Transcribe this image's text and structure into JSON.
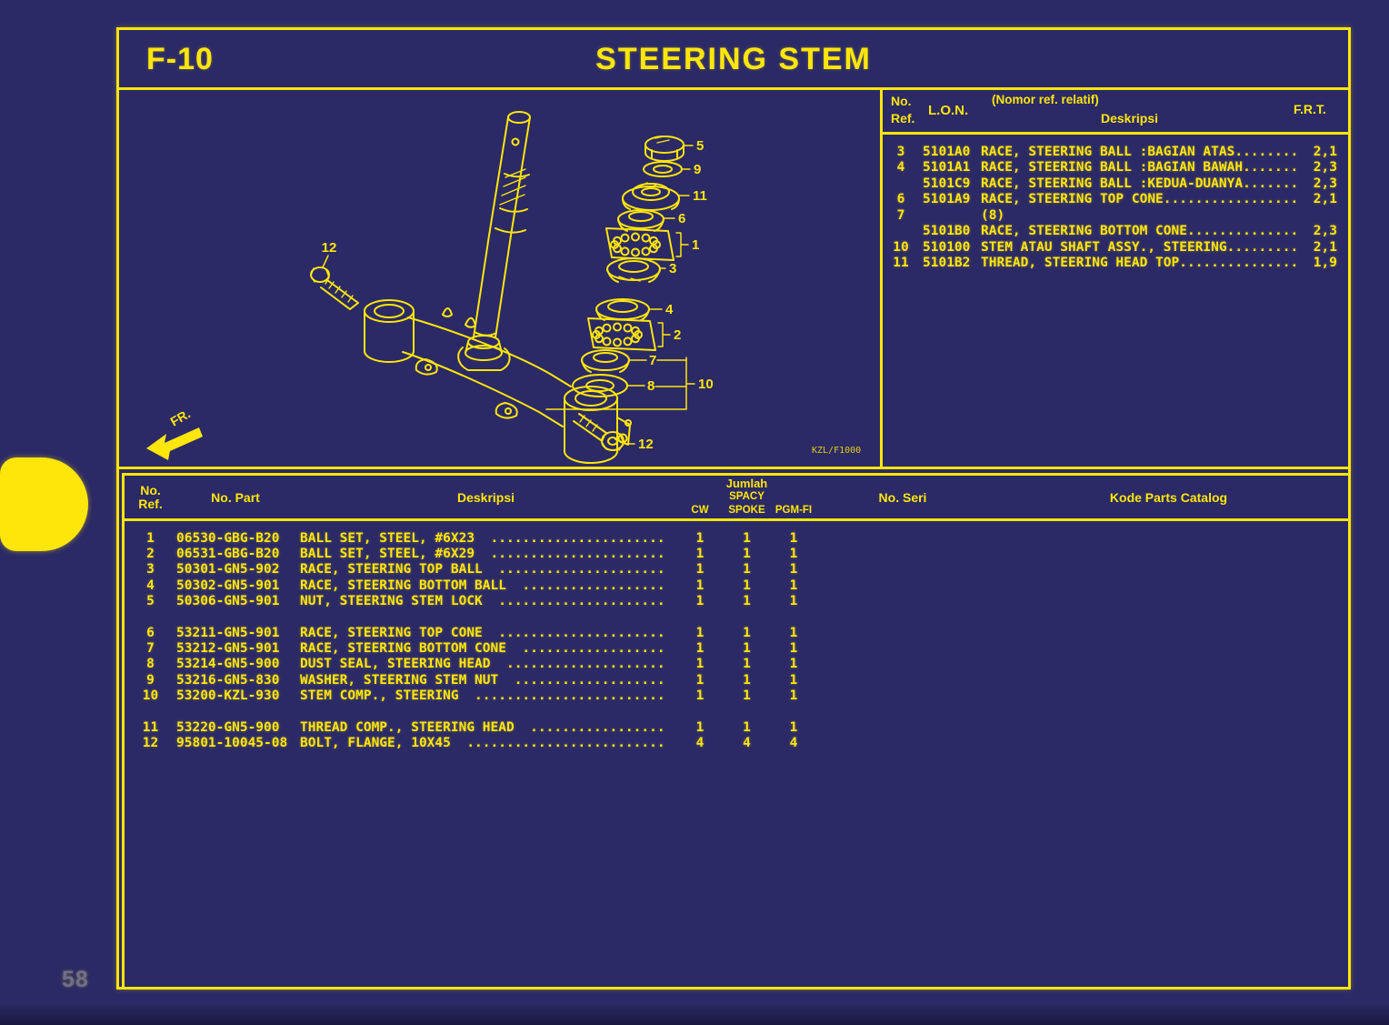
{
  "page": {
    "code": "F-10",
    "title": "STEERING STEM",
    "page_number": "58",
    "diagram_code": "KZL/F1000"
  },
  "colors": {
    "background": "#2b2a66",
    "accent": "#ffe60a",
    "page_number": "#6f6f8e"
  },
  "ref_table": {
    "headers": {
      "no": "No.",
      "ref": "Ref.",
      "lon": "L.O.N.",
      "relatif": "(Nomor ref. relatif)",
      "deskripsi": "Deskripsi",
      "frt": "F.R.T."
    },
    "rows": [
      {
        "ref": "3",
        "lon": "5101A0",
        "desc": "RACE, STEERING BALL :BAGIAN ATAS........",
        "frt": "2,1"
      },
      {
        "ref": "4",
        "lon": "5101A1",
        "desc": "RACE, STEERING BALL :BAGIAN BAWAH.......",
        "frt": "2,3"
      },
      {
        "ref": "",
        "lon": "5101C9",
        "desc": "RACE, STEERING BALL :KEDUA-DUANYA.......",
        "frt": "2,3"
      },
      {
        "ref": "6",
        "lon": "5101A9",
        "desc": "RACE, STEERING TOP CONE.................",
        "frt": "2,1"
      },
      {
        "ref": "7",
        "lon": "",
        "desc": "(8)",
        "frt": ""
      },
      {
        "ref": "",
        "lon": "5101B0",
        "desc": "RACE, STEERING BOTTOM CONE..............",
        "frt": "2,3"
      },
      {
        "ref": "10",
        "lon": "510100",
        "desc": "STEM ATAU SHAFT ASSY., STEERING.........",
        "frt": "2,1"
      },
      {
        "ref": "11",
        "lon": "5101B2",
        "desc": "THREAD, STEERING HEAD TOP...............",
        "frt": "1,9"
      }
    ]
  },
  "parts_table": {
    "headers": {
      "no": "No.",
      "ref": "Ref.",
      "part": "No. Part",
      "deskripsi": "Deskripsi",
      "jumlah": "Jumlah",
      "spacy": "SPACY",
      "cw": "CW",
      "spoke": "SPOKE",
      "pgmfi": "PGM-FI",
      "seri": "No. Seri",
      "kode": "Kode Parts Catalog"
    },
    "groups": [
      [
        {
          "ref": "1",
          "part": "06530-GBG-B20",
          "desc": "BALL SET, STEEL, #6X23  ......................",
          "cw": "1",
          "spoke": "1",
          "pgmfi": "1"
        },
        {
          "ref": "2",
          "part": "06531-GBG-B20",
          "desc": "BALL SET, STEEL, #6X29  ......................",
          "cw": "1",
          "spoke": "1",
          "pgmfi": "1"
        },
        {
          "ref": "3",
          "part": "50301-GN5-902",
          "desc": "RACE, STEERING TOP BALL  .....................",
          "cw": "1",
          "spoke": "1",
          "pgmfi": "1"
        },
        {
          "ref": "4",
          "part": "50302-GN5-901",
          "desc": "RACE, STEERING BOTTOM BALL  ..................",
          "cw": "1",
          "spoke": "1",
          "pgmfi": "1"
        },
        {
          "ref": "5",
          "part": "50306-GN5-901",
          "desc": "NUT, STEERING STEM LOCK  .....................",
          "cw": "1",
          "spoke": "1",
          "pgmfi": "1"
        }
      ],
      [
        {
          "ref": "6",
          "part": "53211-GN5-901",
          "desc": "RACE, STEERING TOP CONE  .....................",
          "cw": "1",
          "spoke": "1",
          "pgmfi": "1"
        },
        {
          "ref": "7",
          "part": "53212-GN5-901",
          "desc": "RACE, STEERING BOTTOM CONE  ..................",
          "cw": "1",
          "spoke": "1",
          "pgmfi": "1"
        },
        {
          "ref": "8",
          "part": "53214-GN5-900",
          "desc": "DUST SEAL, STEERING HEAD  ....................",
          "cw": "1",
          "spoke": "1",
          "pgmfi": "1"
        },
        {
          "ref": "9",
          "part": "53216-GN5-830",
          "desc": "WASHER, STEERING STEM NUT  ...................",
          "cw": "1",
          "spoke": "1",
          "pgmfi": "1"
        },
        {
          "ref": "10",
          "part": "53200-KZL-930",
          "desc": "STEM COMP., STEERING  ........................",
          "cw": "1",
          "spoke": "1",
          "pgmfi": "1"
        }
      ],
      [
        {
          "ref": "11",
          "part": "53220-GN5-900",
          "desc": "THREAD COMP., STEERING HEAD  .................",
          "cw": "1",
          "spoke": "1",
          "pgmfi": "1"
        },
        {
          "ref": "12",
          "part": "95801-10045-08",
          "desc": "BOLT, FLANGE, 10X45  .........................",
          "cw": "4",
          "spoke": "4",
          "pgmfi": "4"
        }
      ]
    ]
  },
  "diagram": {
    "fr_label": "FR.",
    "labels": {
      "l1": "1",
      "l2": "2",
      "l3": "3",
      "l4": "4",
      "l5": "5",
      "l6": "6",
      "l7": "7",
      "l8": "8",
      "l9": "9",
      "l10": "10",
      "l11": "11",
      "l12_top": "12",
      "l12_bottom": "12"
    }
  }
}
